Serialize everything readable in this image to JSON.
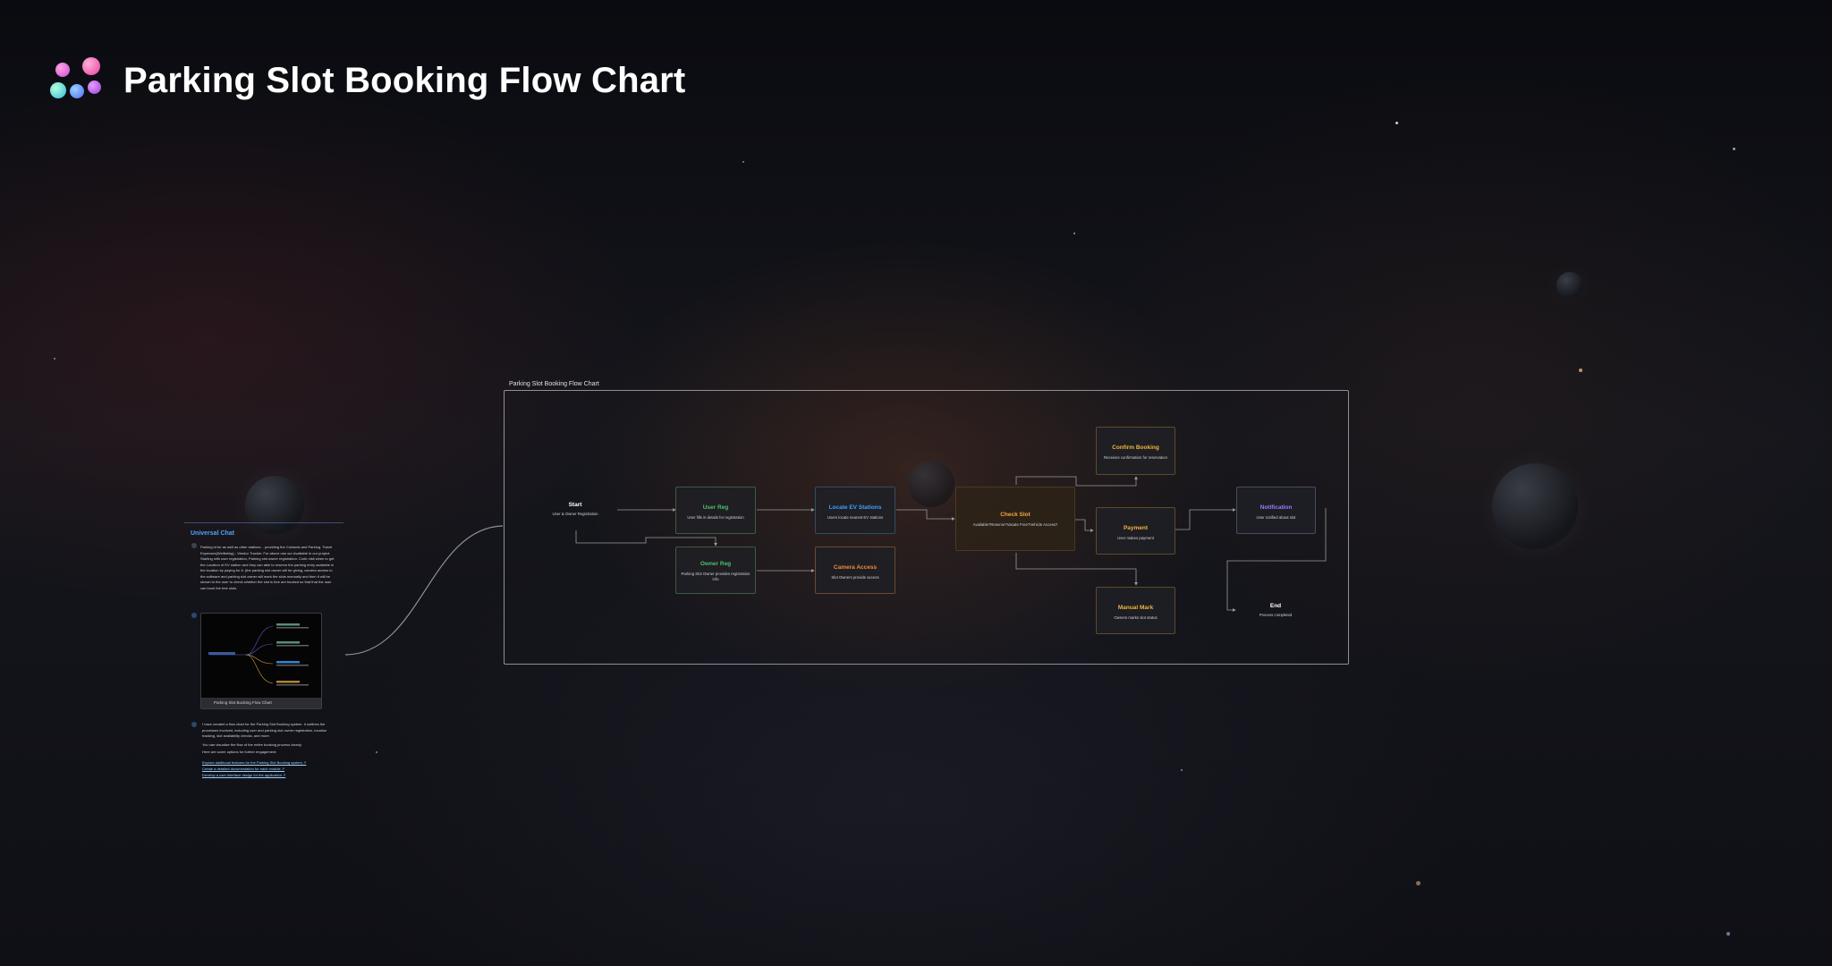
{
  "page": {
    "title": "Parking Slot Booking Flow Chart"
  },
  "chat": {
    "title": "Universal Chat",
    "user_message": "Parking id for as well as other stations... providing the Contacts and Parking. Travel Expenses(Wellbeing) - Vendor Tracker. For above use our Available in our project. Starting with user registration, Parking slot owner registration. Code visit when to get the Location of EV station and they can able to reserve the parking entry available in the location by paying for it. (the parking slot owner will be giving, camera access to the software and parking slot owner will mark the slots manually and then it will be shown to the user to check whether the slot is free are booked so that that the user can book the free slots",
    "attachment_label": "Parking Slot Booking Flow Chart",
    "reply_p1": "I have created a flow chart for the Parking Slot Booking system. It outlines the processes involved, including user and parking slot owner registration, location tracking, slot availability checks, and more.",
    "reply_p2": "You can visualize the flow of the entire booking process clearly.",
    "reply_p3": "Here are some options for further engagement:",
    "links": [
      "Explore additional features for the Parking Slot Booking system ↗",
      "Create a detailed documentation for each module ↗",
      "Develop a user interface design for the application ↗"
    ]
  },
  "flowchart": {
    "label": "Parking Slot Booking Flow Chart",
    "nodes": {
      "start": {
        "title": "Start",
        "desc": "User & Owner Registration"
      },
      "user_reg": {
        "title": "User Reg",
        "desc": "User fills in details for registration"
      },
      "owner_reg": {
        "title": "Owner Reg",
        "desc": "Parking Slot Owner provides registration info"
      },
      "locate_ev": {
        "title": "Locate EV Stations",
        "desc": "Users locate nearest EV stations"
      },
      "camera_access": {
        "title": "Camera Access",
        "desc": "Slot Owners provide access"
      },
      "check_slot": {
        "title": "Check Slot",
        "desc": "Available?Reserve?Vacate Free?Vehicle Access?"
      },
      "confirm_booking": {
        "title": "Confirm Booking",
        "desc": "Receives confirmation for reservation"
      },
      "payment": {
        "title": "Payment",
        "desc": "User makes payment"
      },
      "manual_mark": {
        "title": "Manual Mark",
        "desc": "Owners marks slot status"
      },
      "notification": {
        "title": "Notification",
        "desc": "User notified about slot"
      },
      "end": {
        "title": "End",
        "desc": "Process completed"
      }
    }
  },
  "colors": {
    "user_reg": "#4cc06a",
    "owner_reg": "#4cc06a",
    "locate_ev": "#3ea0ff",
    "camera_access": "#f08a3c",
    "check_slot": "#f0a93c",
    "confirm_booking": "#f0b43c",
    "payment": "#f0b43c",
    "manual_mark": "#f0b43c",
    "notification": "#9b7bff",
    "chat_title": "#4ea3ff"
  }
}
